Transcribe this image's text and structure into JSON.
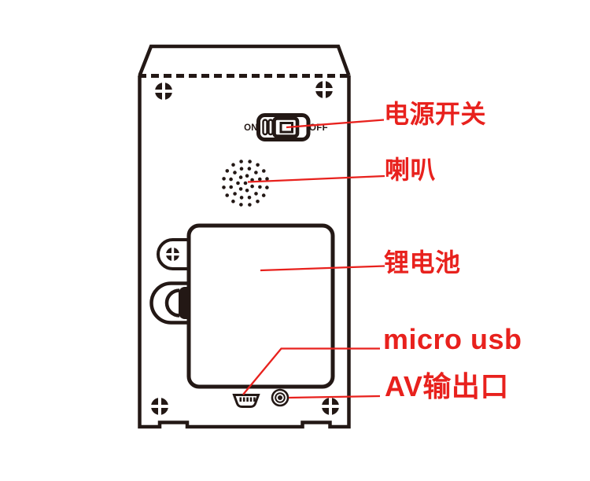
{
  "diagram": {
    "title": "device back panel callout diagram",
    "colors": {
      "ink": "#231815",
      "red": "#e8211d",
      "background": "#ffffff"
    },
    "switch": {
      "on_label": "ON",
      "off_label": "OFF"
    },
    "labels": [
      {
        "id": "power-switch",
        "text": "电源开关"
      },
      {
        "id": "speaker",
        "text": "喇叭"
      },
      {
        "id": "battery",
        "text": "锂电池"
      },
      {
        "id": "micro-usb",
        "text": "micro usb"
      },
      {
        "id": "av-output",
        "text": "AV输出口"
      }
    ]
  }
}
